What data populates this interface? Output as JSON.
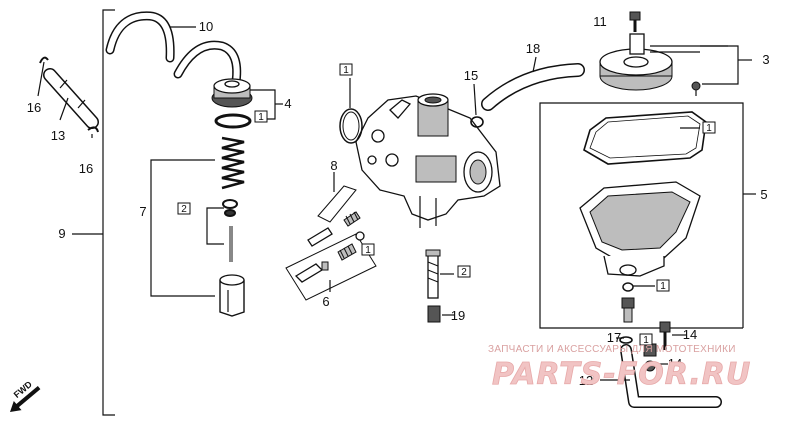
{
  "callouts": [
    {
      "text": "10",
      "name": "callout-10"
    },
    {
      "text": "11",
      "name": "callout-11"
    },
    {
      "text": "3",
      "name": "callout-3"
    },
    {
      "text": "18",
      "name": "callout-18"
    },
    {
      "text": "4",
      "name": "callout-4"
    },
    {
      "text": "15",
      "name": "callout-15"
    },
    {
      "text": "16",
      "name": "callout-16-upper"
    },
    {
      "text": "13",
      "name": "callout-13"
    },
    {
      "text": "16",
      "name": "callout-16-lower"
    },
    {
      "text": "8",
      "name": "callout-8"
    },
    {
      "text": "5",
      "name": "callout-5"
    },
    {
      "text": "7",
      "name": "callout-7"
    },
    {
      "text": "9",
      "name": "callout-9"
    },
    {
      "text": "6",
      "name": "callout-6"
    },
    {
      "text": "19",
      "name": "callout-19"
    },
    {
      "text": "17",
      "name": "callout-17"
    },
    {
      "text": "14",
      "name": "callout-14-upper"
    },
    {
      "text": "14",
      "name": "callout-14-lower"
    },
    {
      "text": "12",
      "name": "callout-12"
    }
  ],
  "boxed_labels": [
    {
      "text": "1",
      "name": "box-label-1-ring"
    },
    {
      "text": "1",
      "name": "box-label-1-carb"
    },
    {
      "text": "1",
      "name": "box-label-1-gasket"
    },
    {
      "text": "2",
      "name": "box-label-2-clip"
    },
    {
      "text": "1",
      "name": "box-label-1-screws"
    },
    {
      "text": "2",
      "name": "box-label-2-jet"
    },
    {
      "text": "1",
      "name": "box-label-1-drain"
    },
    {
      "text": "1",
      "name": "box-label-1-oring"
    }
  ],
  "fwd_label": "FWD",
  "watermark": {
    "caption": "ЗАПЧАСТИ И АКСЕССУАРЫ ДЛЯ МОТОТЕХНИКИ",
    "brand": "PARTS-FOR.RU"
  }
}
